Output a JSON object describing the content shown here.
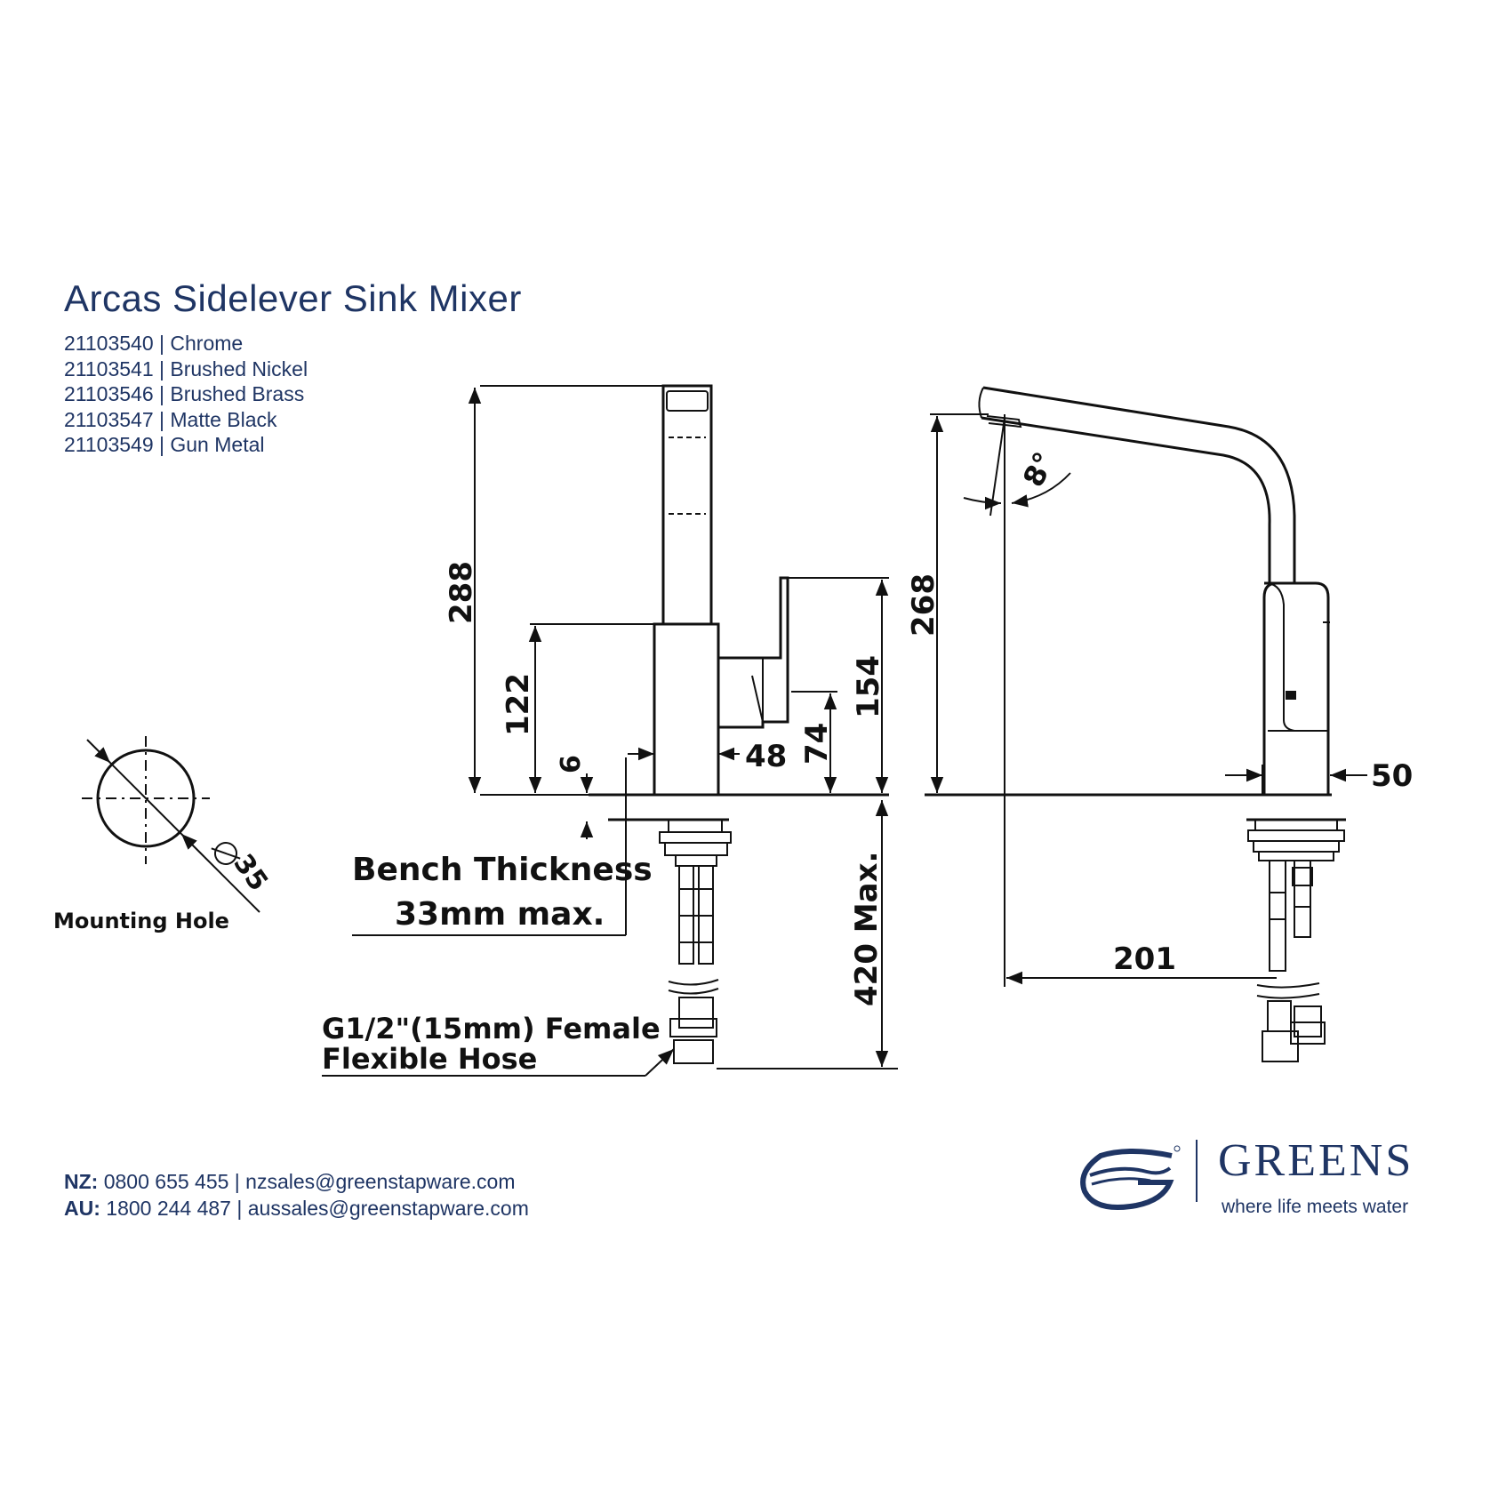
{
  "title": "Arcas Sidelever Sink Mixer",
  "variants": [
    {
      "code": "21103540",
      "finish": "Chrome"
    },
    {
      "code": "21103541",
      "finish": "Brushed Nickel"
    },
    {
      "code": "21103546",
      "finish": "Brushed Brass"
    },
    {
      "code": "21103547",
      "finish": "Matte Black"
    },
    {
      "code": "21103549",
      "finish": "Gun Metal"
    }
  ],
  "variant_lines": [
    "21103540 | Chrome",
    "21103541 | Brushed Nickel",
    "21103546 | Brushed Brass",
    "21103547 | Matte Black",
    "21103549 | Gun Metal"
  ],
  "dimensions": {
    "overall_height": "288",
    "body_height": "122",
    "lever_height": "154",
    "lever_width": "48",
    "outlet_height": "74",
    "base_offset": "6",
    "side_height": "268",
    "angle": "8°",
    "base_width": "50",
    "reach": "201",
    "hose_length": "420 Max.",
    "hole_diameter": "35"
  },
  "labels": {
    "mounting_hole": "Mounting Hole",
    "bench_line1": "Bench Thickness",
    "bench_line2": "33mm max.",
    "hose_line1": "G1/2\"(15mm) Female",
    "hose_line2": "Flexible Hose"
  },
  "contact": {
    "nz_label": "NZ:",
    "nz_text": "0800 655 455 | nzsales@greenstapware.com",
    "au_label": "AU:",
    "au_text": "1800 244 487  | aussales@greenstapware.com"
  },
  "brand": {
    "name": "GREENS",
    "tagline": "where life meets water"
  },
  "colors": {
    "navy": "#1f3564",
    "line": "#111111"
  }
}
